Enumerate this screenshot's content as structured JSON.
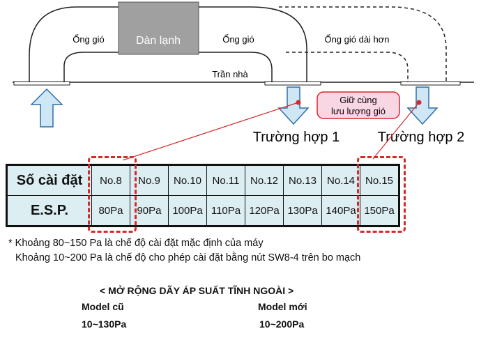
{
  "diagram": {
    "indoor_unit": "Dàn lạnh",
    "duct_left": "Ống gió",
    "duct_right": "Ống gió",
    "duct_longer": "Ống gió dài hơn",
    "ceiling": "Trần nhà",
    "callout_line1": "Giữ cùng",
    "callout_line2": "lưu lượng gió",
    "case1": "Trường hợp 1",
    "case2": "Trường hợp 2"
  },
  "table": {
    "row1_header": "Số cài đặt",
    "row2_header": "E.S.P.",
    "settings": [
      "No.8",
      "No.9",
      "No.10",
      "No.11",
      "No.12",
      "No.13",
      "No.14",
      "No.15"
    ],
    "pressures": [
      "80Pa",
      "90Pa",
      "100Pa",
      "110Pa",
      "120Pa",
      "130Pa",
      "140Pa",
      "150Pa"
    ]
  },
  "notes": {
    "line1": "* Khoảng 80~150 Pa là chế độ cài đặt mặc định của máy",
    "line2": "Khoảng 10~200 Pa là chế độ cho phép cài đặt bằng nút SW8-4 trên bo mạch"
  },
  "expansion": {
    "title": "< MỞ RỘNG DÃY ÁP SUẤT TĨNH NGOÀI >",
    "old_label": "Model cũ",
    "old_value": "10~130Pa",
    "new_label": "Model mới",
    "new_value": "10~200Pa"
  },
  "colors": {
    "highlight": "#d42a2a",
    "unit": "#a0a0a0",
    "arrow": "#cfe6f5",
    "callout": "#f9d6e4"
  }
}
